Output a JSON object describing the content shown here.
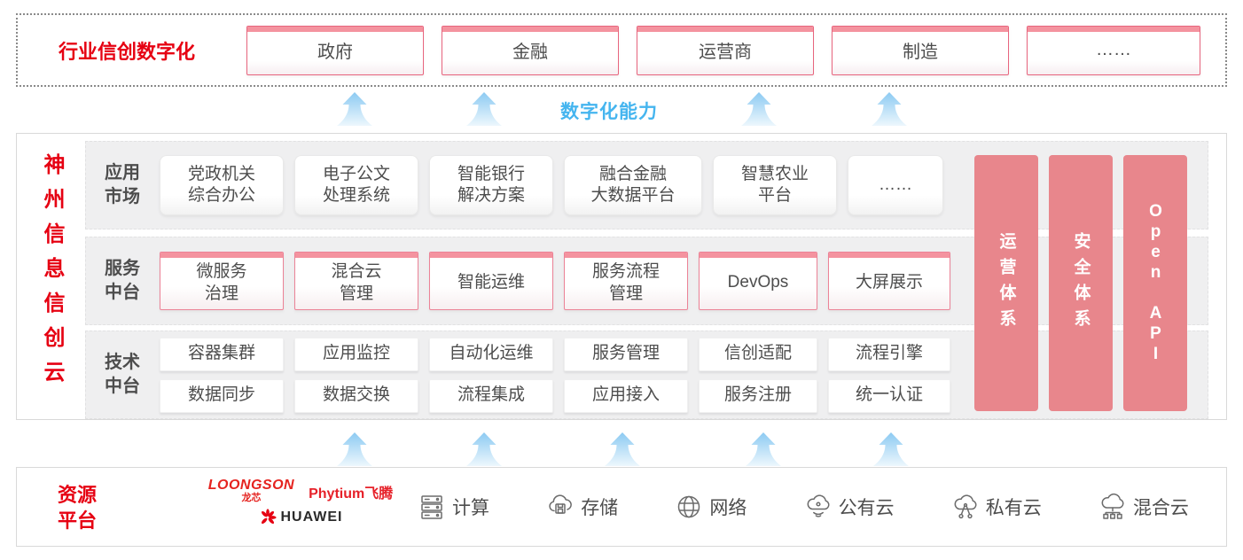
{
  "colors": {
    "brand_red": "#e60012",
    "pink_bar": "#f4939f",
    "pink_border": "#e8657e",
    "salmon_pillar": "#e8868c",
    "capability_blue": "#45b5ef",
    "text_dark": "#4d4d4d"
  },
  "top_band": {
    "label": "行业信创数字化",
    "industries": [
      "政府",
      "金融",
      "运营商",
      "制造",
      "……"
    ]
  },
  "capability": {
    "label": "数字化能力"
  },
  "platform": {
    "title": "神州信息信创云",
    "rows": [
      {
        "label": "应用市场",
        "items": [
          "党政机关\n综合办公",
          "电子公文\n处理系统",
          "智能银行\n解决方案",
          "融合金融\n大数据平台",
          "智慧农业\n平台",
          "……"
        ]
      },
      {
        "label": "服务中台",
        "items": [
          "微服务\n治理",
          "混合云\n管理",
          "智能运维",
          "服务流程\n管理",
          "DevOps",
          "大屏展示"
        ]
      },
      {
        "label": "技术中台",
        "items_top": [
          "容器集群",
          "应用监控",
          "自动化运维",
          "服务管理",
          "信创适配",
          "流程引擎"
        ],
        "items_bottom": [
          "数据同步",
          "数据交换",
          "流程集成",
          "应用接入",
          "服务注册",
          "统一认证"
        ]
      }
    ],
    "pillars": [
      "运营体系",
      "安全体系",
      "Open API"
    ]
  },
  "resources": {
    "label": "资源平台",
    "vendors": {
      "loongson_en": "LOONGSON",
      "loongson_cn": "龙芯",
      "phytium": "Phytium飞腾",
      "huawei": "HUAWEI"
    },
    "items": [
      {
        "icon": "server-icon",
        "label": "计算"
      },
      {
        "icon": "storage-icon",
        "label": "存储"
      },
      {
        "icon": "network-icon",
        "label": "网络"
      },
      {
        "icon": "public-cloud-icon",
        "label": "公有云"
      },
      {
        "icon": "private-cloud-icon",
        "label": "私有云"
      },
      {
        "icon": "hybrid-cloud-icon",
        "label": "混合云"
      }
    ]
  }
}
